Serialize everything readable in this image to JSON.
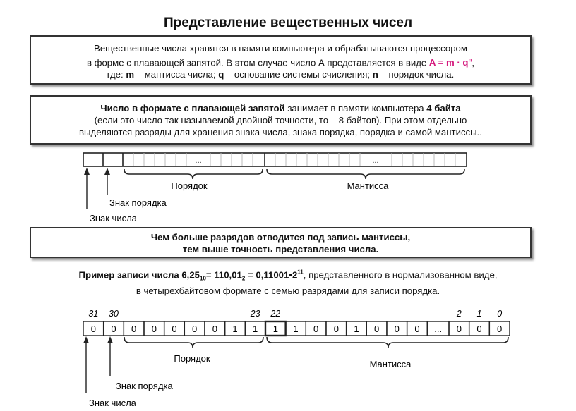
{
  "title": "Представление вещественных чисел",
  "box1": {
    "line1": "Вещественные числа хранятся в памяти компьютера и обрабатываются процессором",
    "line2_pre": "в форме с плавающей запятой. В этом случае число А представляется в виде ",
    "formula_main": "A = m · q",
    "formula_sup": "n",
    "line2_post": ",",
    "line3_a": "где: ",
    "m": "m",
    "line3_b": " – мантисса числа; ",
    "q": "q",
    "line3_c": " – основание системы счисления; ",
    "n": "n",
    "line3_d": " – порядок числа."
  },
  "box2": {
    "bold1": "Число в формате с плавающей запятой",
    "text1": " занимает в памяти компьютера ",
    "bold2": "4 байта",
    "line2": "(если это число так называемой двойной точности, то – 8 байтов). При этом отдельно",
    "line3": "выделяются разряды для хранения знака числа, знака порядка, порядка и самой мантиссы.."
  },
  "diagram1": {
    "ellipsis": "...",
    "label_order": "Порядок",
    "label_mantissa": "Мантисса",
    "label_order_sign": "Знак порядка",
    "label_sign": "Знак числа"
  },
  "box3": {
    "line1": "Чем больше разрядов отводится под запись мантиссы,",
    "line2": "тем выше точность представления числа."
  },
  "example": {
    "bold_a": "Пример записи числа 6,25",
    "sub1": "10",
    "bold_b": "= 110,01",
    "sub2": "2",
    "bold_c": " = 0,11001•2",
    "sup": "11",
    "rest": ", представленного в нормализованном виде,",
    "line2": "в четырехбайтовом формате с семью разрядами для записи порядка."
  },
  "diagram2": {
    "bit_numbers": [
      "31",
      "30",
      "23",
      "22",
      "2",
      "1",
      "0"
    ],
    "cells": [
      "0",
      "0",
      "0",
      "0",
      "0",
      "0",
      "0",
      "1",
      "1",
      "1",
      "1",
      "0",
      "0",
      "1",
      "0",
      "0",
      "0",
      "...",
      "0",
      "0",
      "0"
    ],
    "label_order": "Порядок",
    "label_mantissa": "Мантисса",
    "label_order_sign": "Знак порядка",
    "label_sign": "Знак числа"
  }
}
